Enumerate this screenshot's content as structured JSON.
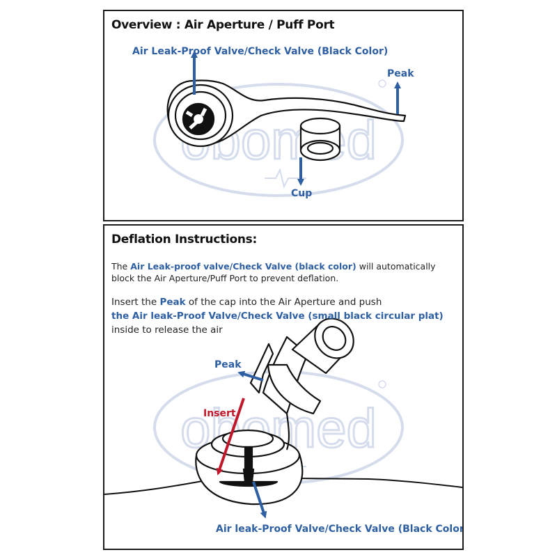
{
  "top_panel": {
    "title": "Overview : Air Aperture / Puff Port",
    "labels": {
      "valve": "Air Leak-Proof Valve/Check Valve (Black Color)",
      "peak": "Peak",
      "cup": "Cup"
    },
    "watermark": "obomed"
  },
  "bottom_panel": {
    "title": "Deflation Instructions:",
    "para1": {
      "t1": "The ",
      "h1": "Air Leak-proof valve/Check Valve (black color)",
      "t2": " will automatically block the Air Aperture/Puff Port to prevent deflation."
    },
    "para2": {
      "t1": "Insert the ",
      "h1": "Peak",
      "t2": " of the cap into the Air Aperture and push",
      "h2": "the Air leak-Proof Valve/Check Valve (small black circular plat)",
      "t3": "inside to release the air"
    },
    "labels": {
      "peak": "Peak",
      "insert": "Insert",
      "valve": "Air leak-Proof Valve/Check Valve (Black Color)"
    },
    "watermark": "obomed"
  },
  "colors": {
    "accent_blue": "#2e5fa3",
    "insert_red": "#c0182a",
    "watermark": "#d5dcec"
  }
}
